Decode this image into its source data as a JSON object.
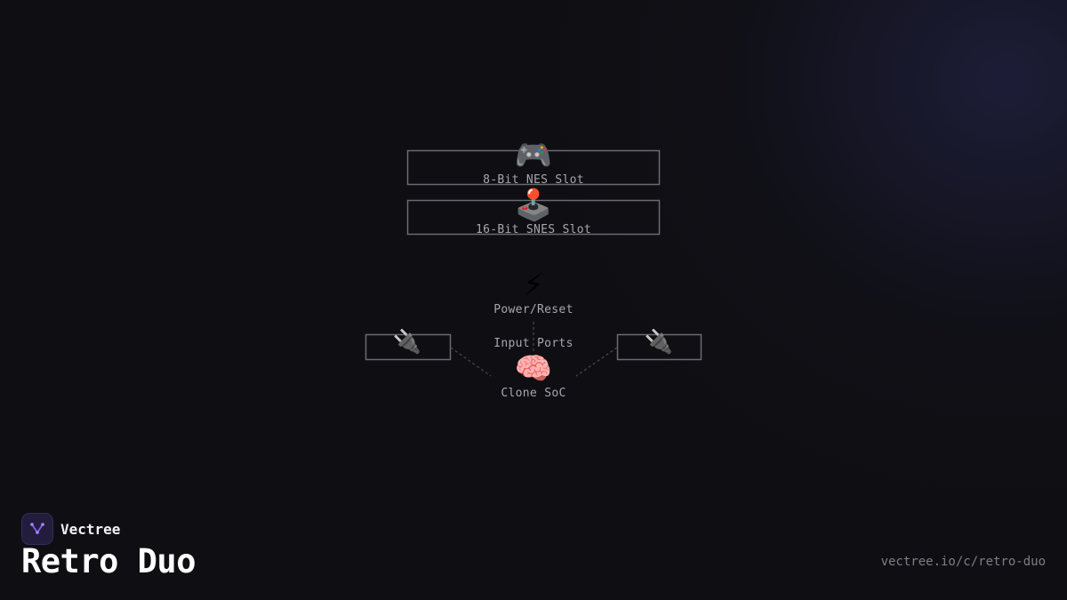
{
  "diagram": {
    "nodes": {
      "nes_slot": {
        "icon": "🎮",
        "icon_name": "gamepad-icon",
        "label": "8-Bit NES Slot"
      },
      "snes_slot": {
        "icon": "🕹️",
        "icon_name": "joystick-icon",
        "label": "16-Bit SNES Slot"
      },
      "power_reset": {
        "icon": "⚡",
        "icon_name": "lightning-icon",
        "label": "Power/Reset"
      },
      "input_ports": {
        "label": "Input Ports"
      },
      "clone_soc": {
        "icon": "🧠",
        "icon_name": "brain-icon",
        "label": "Clone SoC"
      },
      "left_port": {
        "icon": "🔌",
        "icon_name": "plug-icon"
      },
      "right_port": {
        "icon": "🔌",
        "icon_name": "plug-icon"
      }
    },
    "colors": {
      "box_stroke": "#6a6a72",
      "line": "#4a4a52",
      "label": "#a6a6b0"
    }
  },
  "brand": {
    "name": "Vectree",
    "logo_icon": "vectree-logo-icon",
    "logo_color": "#8b5cf6"
  },
  "title": "Retro Duo",
  "url": "vectree.io/c/retro-duo"
}
